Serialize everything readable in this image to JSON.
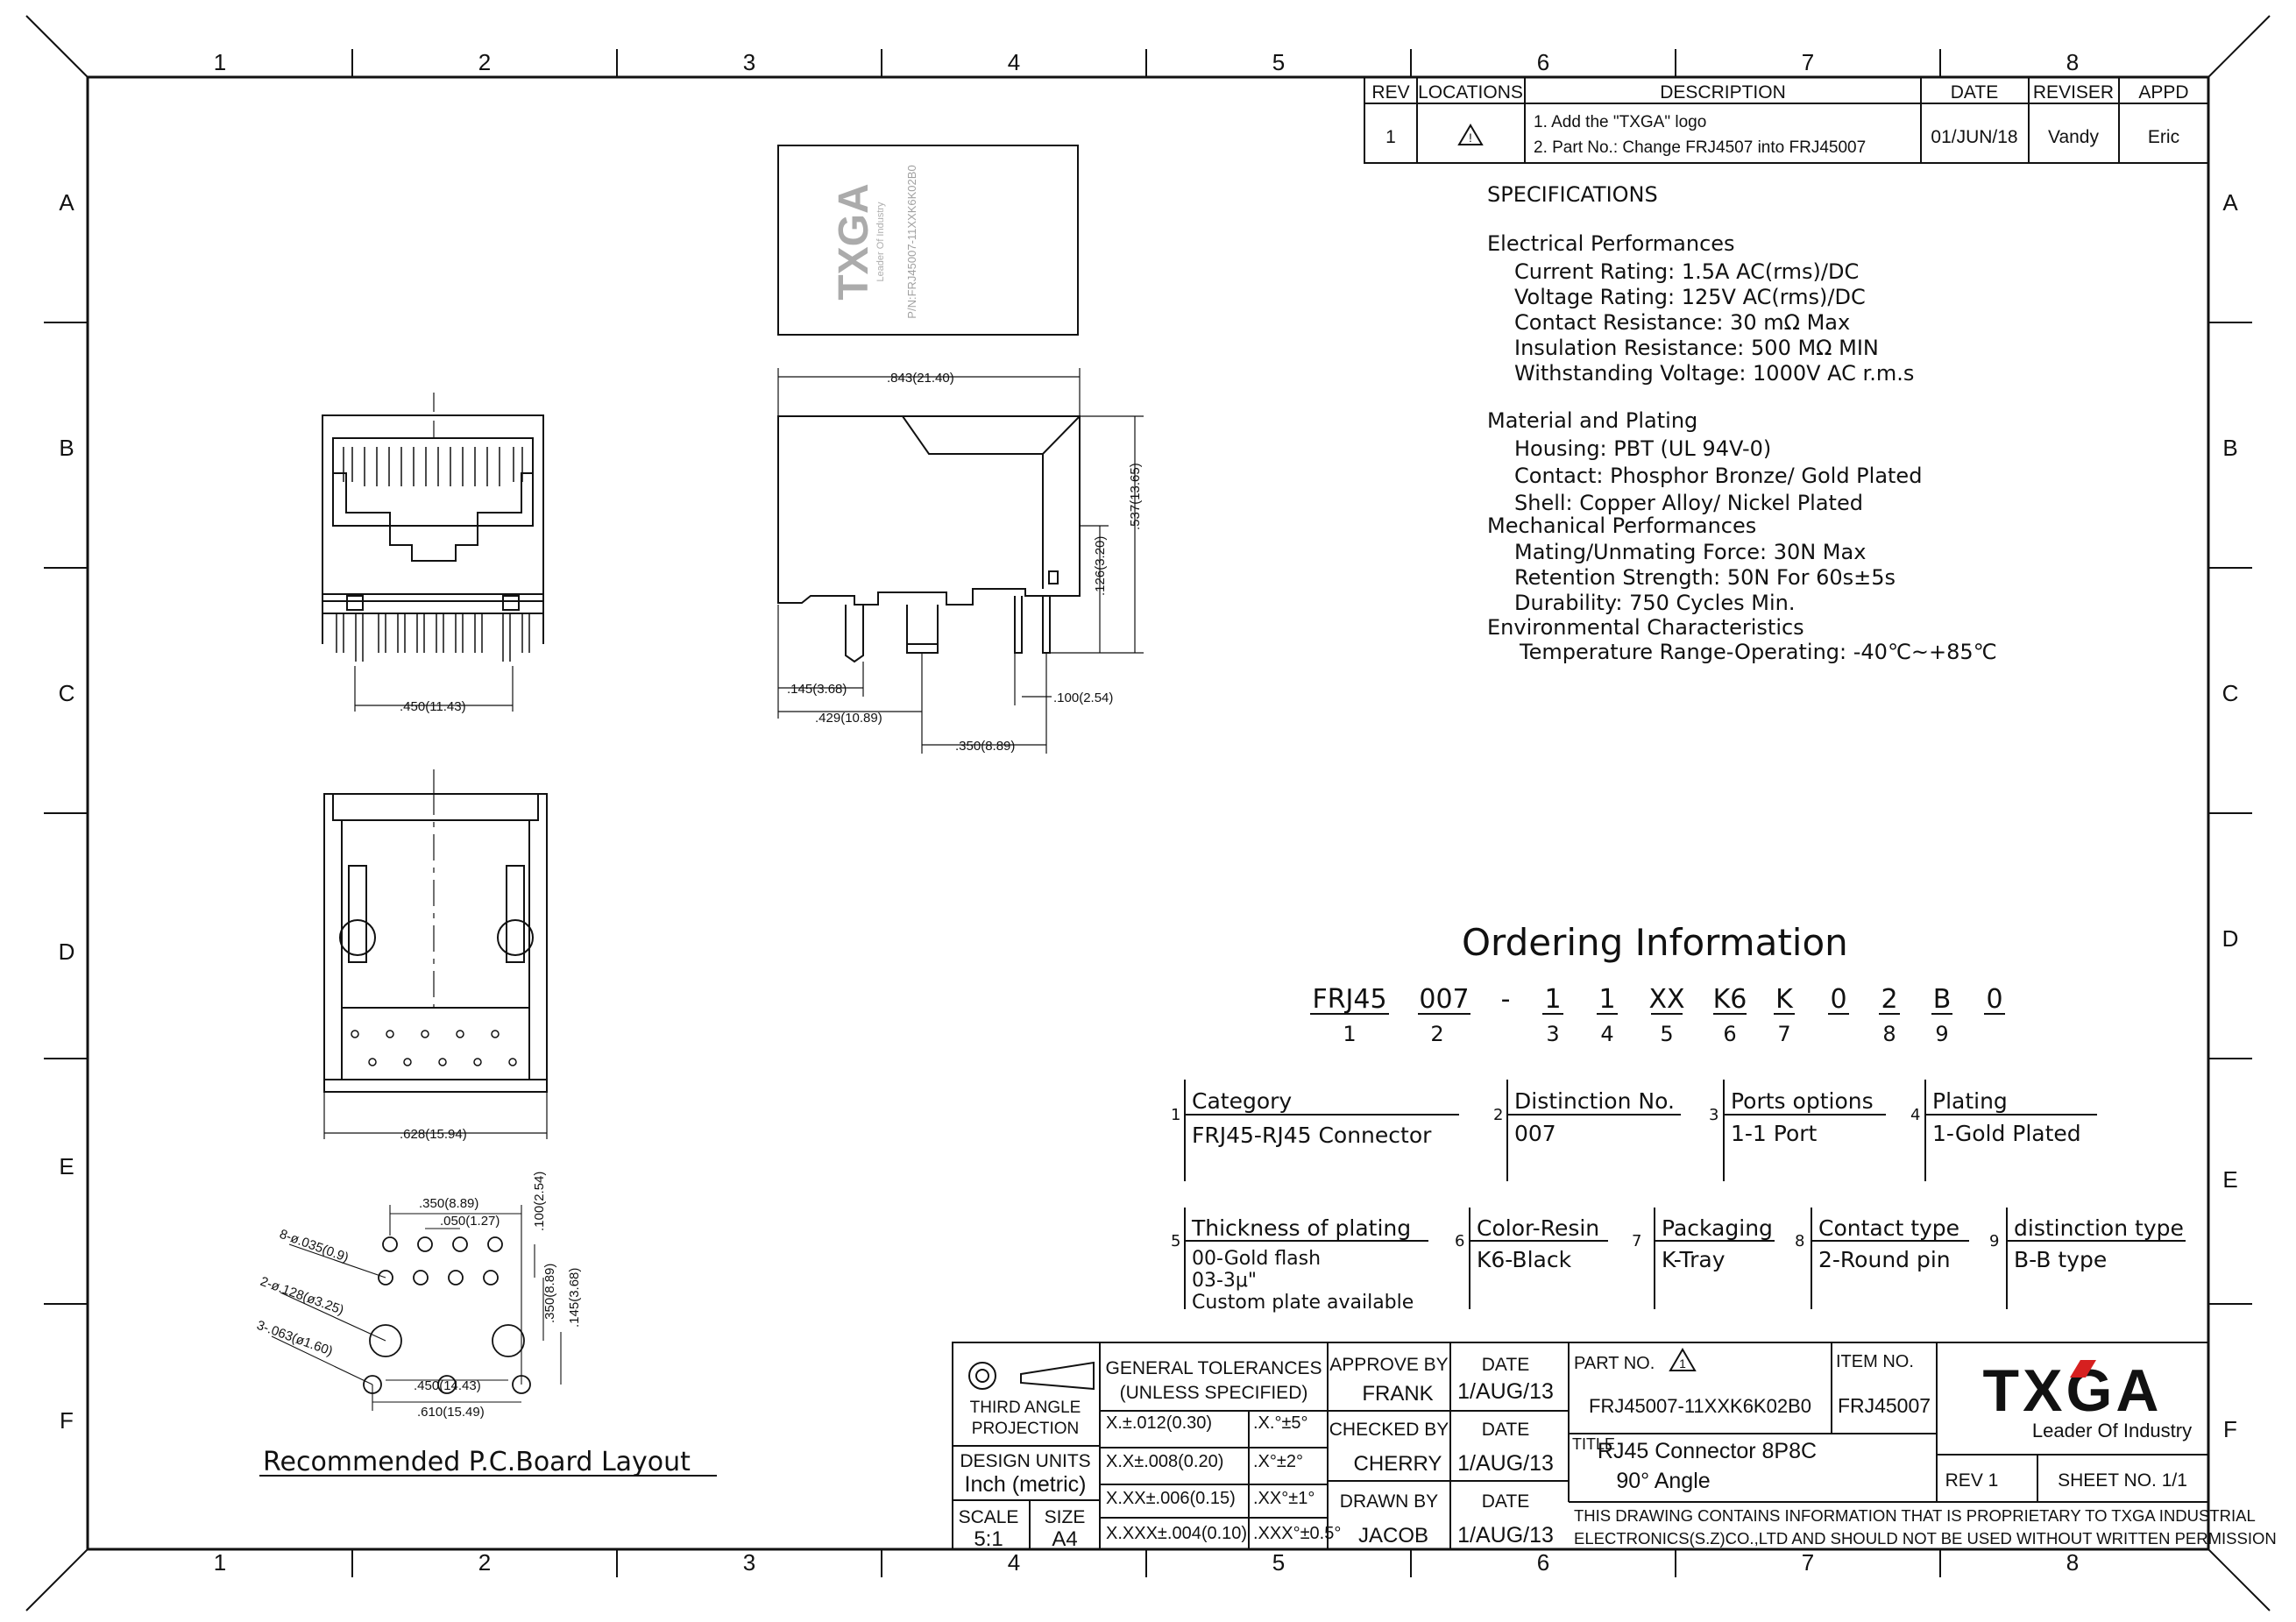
{
  "border": {
    "cols": [
      "1",
      "2",
      "3",
      "4",
      "5",
      "6",
      "7",
      "8"
    ],
    "rows": [
      "A",
      "B",
      "C",
      "D",
      "E",
      "F"
    ]
  },
  "revision": {
    "headers": {
      "rev": "REV",
      "locations": "LOCATIONS",
      "description": "DESCRIPTION",
      "date": "DATE",
      "reviser": "REVISER",
      "appd": "APPD"
    },
    "row": {
      "rev": "1",
      "location_icon": "warning-triangle-icon",
      "desc_1": "1. Add the \"TXGA\" logo",
      "desc_2": "2. Part No.: Change FRJ4507 into FRJ45007",
      "date": "01/JUN/18",
      "reviser": "Vandy",
      "appd": "Eric"
    }
  },
  "drawing": {
    "top_logo": "TXGA",
    "top_logo_sub": "Leader Of Industry",
    "top_part_label": "P/N:FRJ45007-11XXK6K02B0",
    "dims": {
      "width_843": ".843(21.40)",
      "height_537": ".537(13.65)",
      "height_126": ".126(3.20)",
      "dim_145": ".145(3.68)",
      "dim_429": ".429(10.89)",
      "dim_350": ".350(8.89)",
      "dim_100": ".100(2.54)",
      "dim_450": ".450(11.43)",
      "dim_628": ".628(15.94)"
    },
    "pcb": {
      "title": "Recommended P.C.Board Layout",
      "d350": ".350(8.89)",
      "d050": ".050(1.27)",
      "d100": ".100(2.54)",
      "hole8": "8-ø.035(0.9)",
      "hole2": "2-ø.128(ø3.25)",
      "hole3": "3-.063(ø1.60)",
      "v350": ".350(8.89)",
      "v145": ".145(3.68)",
      "d450": ".450(14.43)",
      "d610": ".610(15.49)"
    }
  },
  "specifications": {
    "title": "SPECIFICATIONS",
    "electrical_heading": "Electrical Performances",
    "electrical": [
      "Current Rating: 1.5A  AC(rms)/DC",
      "Voltage Rating: 125V  AC(rms)/DC",
      "Contact  Resistance: 30  mΩ  Max",
      "Insulation  Resistance: 500  MΩ    MIN",
      "Withstanding  Voltage: 1000V  AC  r.m.s"
    ],
    "material_heading": "Material  and  Plating",
    "material": [
      "Housing:  PBT  (UL  94V-0)",
      "Contact:  Phosphor  Bronze/  Gold  Plated",
      "Shell:  Copper  Alloy/  Nickel  Plated"
    ],
    "mechanical_heading": "Mechanical  Performances",
    "mechanical": [
      "Mating/Unmating  Force: 30N  Max",
      "Retention  Strength: 50N  For  60s±5s",
      "Durability: 750  Cycles  Min."
    ],
    "environmental_heading": "Environmental  Characteristics",
    "environmental": [
      "Temperature  Range-Operating: -40℃~+85℃"
    ]
  },
  "ordering": {
    "title": "Ordering  Information",
    "codes": [
      "FRJ45",
      "007",
      "-",
      "1",
      "1",
      "XX",
      "K6",
      "K",
      "0",
      "2",
      "B",
      "0"
    ],
    "numbers": [
      "1",
      "2",
      "3",
      "4",
      "5",
      "6",
      "7",
      "8",
      "9"
    ],
    "options": [
      {
        "num": "1",
        "title": "Category",
        "lines": [
          "FRJ45-RJ45  Connector"
        ]
      },
      {
        "num": "2",
        "title": "Distinction  No.",
        "lines": [
          "007"
        ]
      },
      {
        "num": "3",
        "title": "Ports  options",
        "lines": [
          "1-1  Port"
        ]
      },
      {
        "num": "4",
        "title": "Plating",
        "lines": [
          "1-Gold  Plated"
        ]
      },
      {
        "num": "5",
        "title": "Thickness  of  plating",
        "lines": [
          "00-Gold  flash",
          "03-3μ\"",
          "Custom  plate  available"
        ]
      },
      {
        "num": "6",
        "title": "Color-Resin",
        "lines": [
          "K6-Black"
        ]
      },
      {
        "num": "7",
        "title": "Packaging",
        "lines": [
          "K-Tray"
        ]
      },
      {
        "num": "8",
        "title": "Contact  type",
        "lines": [
          "2-Round  pin"
        ]
      },
      {
        "num": "9",
        "title": "distinction  type",
        "lines": [
          "B-B  type"
        ]
      }
    ]
  },
  "title_block": {
    "projection": "THIRD ANGLE PROJECTION",
    "projection_1": "THIRD ANGLE",
    "projection_2": "PROJECTION",
    "design_units_1": "DESIGN UNITS",
    "design_units_2": "Inch  (metric)",
    "scale_label": "SCALE",
    "scale": "5:1",
    "size_label": "SIZE",
    "size": "A4",
    "tolerances_1": "GENERAL TOLERANCES",
    "tolerances_2": "(UNLESS SPECIFIED)",
    "tol_lin": [
      "X.±.012(0.30)",
      "X.X±.008(0.20)",
      "X.XX±.006(0.15)",
      "X.XXX±.004(0.10)"
    ],
    "tol_ang": [
      ".X.°±5°",
      ".X°±2°",
      ".XX°±1°",
      ".XXX°±0.5°"
    ],
    "approve_label": "APPROVE BY",
    "approve": "FRANK",
    "checked_label": "CHECKED BY",
    "checked": "CHERRY",
    "drawn_label": "DRAWN BY",
    "drawn": "JACOB",
    "date_label": "DATE",
    "date_1": "1/AUG/13",
    "date_2": "1/AUG/13",
    "date_3": "1/AUG/13",
    "part_no_label": "PART NO.",
    "part_no": "FRJ45007-11XXK6K02B0",
    "item_no_label": "ITEM NO.",
    "item_no": "FRJ45007",
    "title_label": "TITLE",
    "title_1": "RJ45  Connector  8P8C",
    "title_2": "90°  Angle",
    "logo": "TXGA",
    "logo_tag": "Leader Of Industry",
    "rev": "REV 1",
    "sheet": "SHEET NO. 1/1",
    "notice_1": "THIS DRAWING CONTAINS INFORMATION THAT IS PROPRIETARY TO TXGA INDUSTRIAL",
    "notice_2": "ELECTRONICS(S.Z)CO.,LTD AND SHOULD NOT BE USED WITHOUT WRITTEN PERMISSION"
  }
}
